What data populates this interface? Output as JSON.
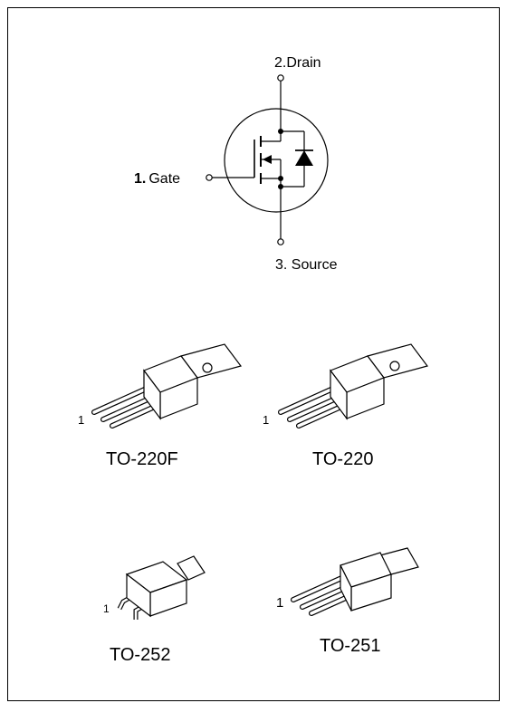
{
  "schematic": {
    "drain_label": "2.Drain",
    "gate_num": "1.",
    "gate_text": "Gate",
    "source_label": "3. Source"
  },
  "packages": [
    {
      "name": "TO-220F",
      "pin": "1"
    },
    {
      "name": "TO-220",
      "pin": "1"
    },
    {
      "name": "TO-252",
      "pin": "1"
    },
    {
      "name": "TO-251",
      "pin": "1"
    }
  ]
}
